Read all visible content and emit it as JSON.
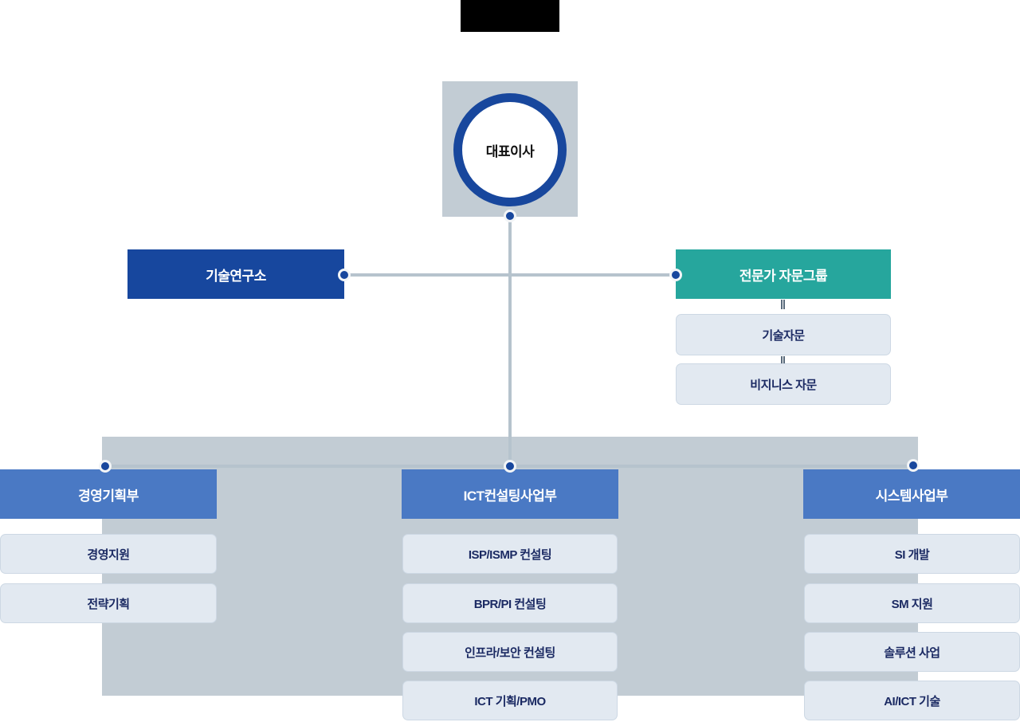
{
  "page": {
    "title": "조직도",
    "title_redacted": true
  },
  "colors": {
    "dark_blue": "#17479E",
    "teal": "#26A69D",
    "dept_blue": "#4A79C4",
    "sub_box_fill": "#E2E9F1",
    "sub_box_text": "#1B2A63",
    "backdrop_gray": "#C2CCD4",
    "connector_gray": "#B6C3CD",
    "node_dot": "#18479D"
  },
  "ceo": {
    "label": "대표이사"
  },
  "research": {
    "label": "기술연구소"
  },
  "advisory": {
    "label": "전문가 자문그룹",
    "children": [
      {
        "label": "기술자문"
      },
      {
        "label": "비지니스 자문"
      }
    ]
  },
  "departments": [
    {
      "label": "경영기획부",
      "children": [
        {
          "label": "경영지원"
        },
        {
          "label": "전략기획"
        }
      ]
    },
    {
      "label": "ICT컨설팅사업부",
      "children": [
        {
          "label": "ISP/ISMP 컨설팅"
        },
        {
          "label": "BPR/PI 컨설팅"
        },
        {
          "label": "인프라/보안 컨설팅"
        },
        {
          "label": "ICT 기획/PMO"
        }
      ]
    },
    {
      "label": "시스템사업부",
      "children": [
        {
          "label": "SI 개발"
        },
        {
          "label": "SM 지원"
        },
        {
          "label": "솔루션 사업"
        },
        {
          "label": "AI/ICT 기술"
        }
      ]
    }
  ]
}
